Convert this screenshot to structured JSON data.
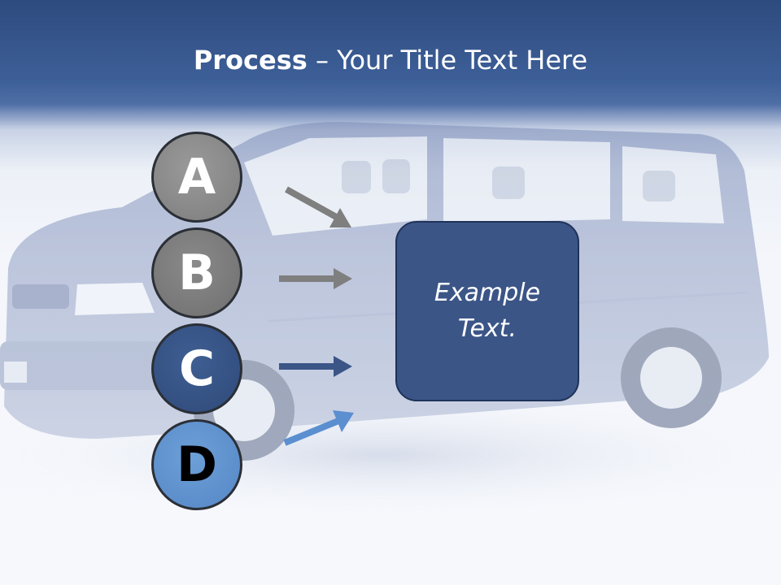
{
  "slide": {
    "title_bold": "Process",
    "title_rest": " – Your Title Text Here"
  },
  "steps": [
    {
      "letter": "A",
      "color": "#8c8c8c"
    },
    {
      "letter": "B",
      "color": "#7a7a7a"
    },
    {
      "letter": "C",
      "color": "#34507f"
    },
    {
      "letter": "D",
      "color": "#5d8fcd"
    }
  ],
  "arrow_colors": [
    "#7f7f7f",
    "#7f7f7f",
    "#3b5587",
    "#5b8fd0"
  ],
  "result_box": {
    "text": "Example Text.",
    "color": "#3b5587"
  },
  "background_image": "van-photo"
}
